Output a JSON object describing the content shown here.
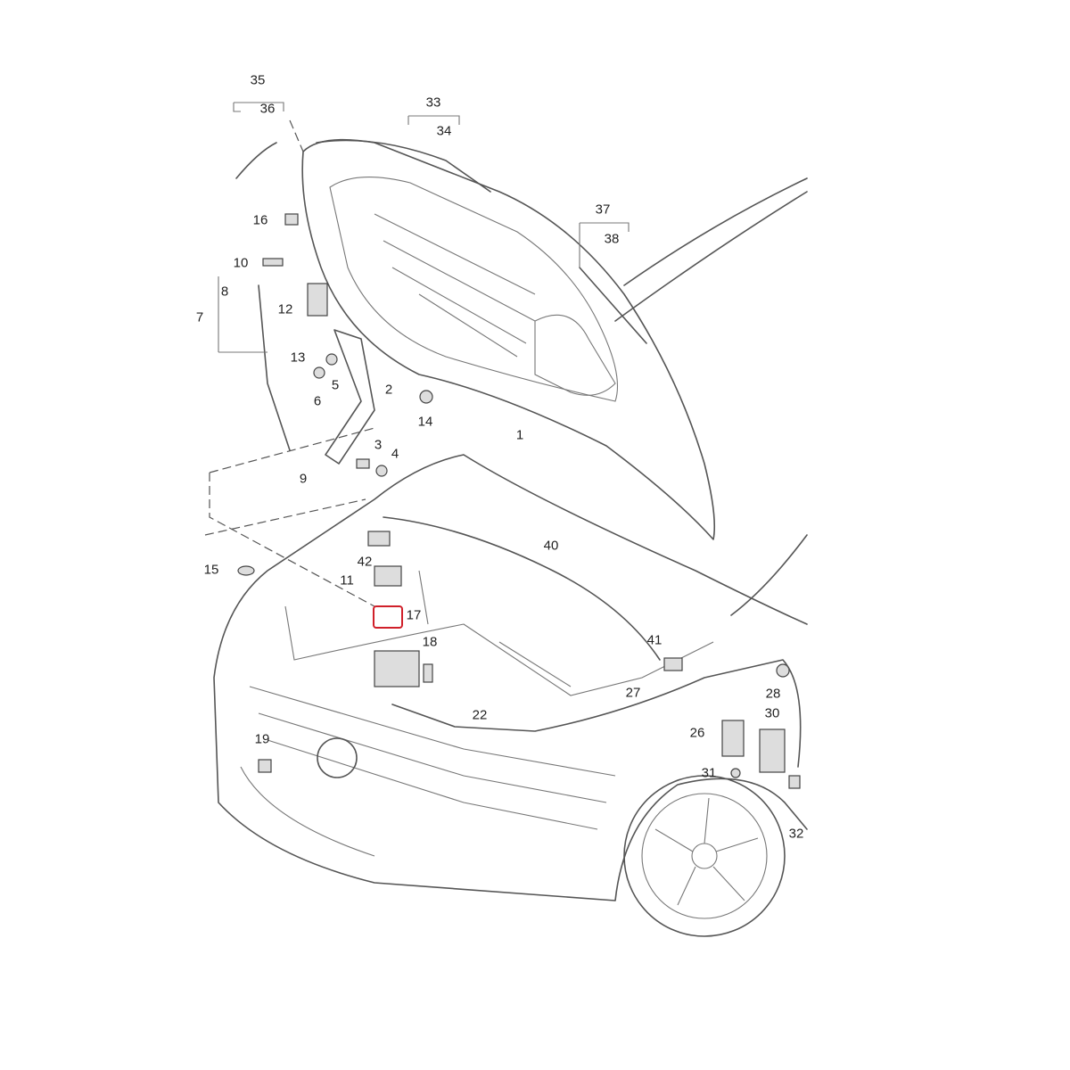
{
  "diagram": {
    "title": "Hood / bonnet assembly exploded parts diagram",
    "highlight_color": "#d0202a",
    "highlighted_part": "17",
    "callouts": [
      "35",
      "36",
      "33",
      "34",
      "16",
      "10",
      "8",
      "7",
      "12",
      "13",
      "5",
      "6",
      "2",
      "14",
      "1",
      "3",
      "4",
      "9",
      "37",
      "38",
      "40",
      "42",
      "15",
      "11",
      "17",
      "18",
      "41",
      "28",
      "27",
      "22",
      "30",
      "26",
      "31",
      "32",
      "19"
    ]
  }
}
